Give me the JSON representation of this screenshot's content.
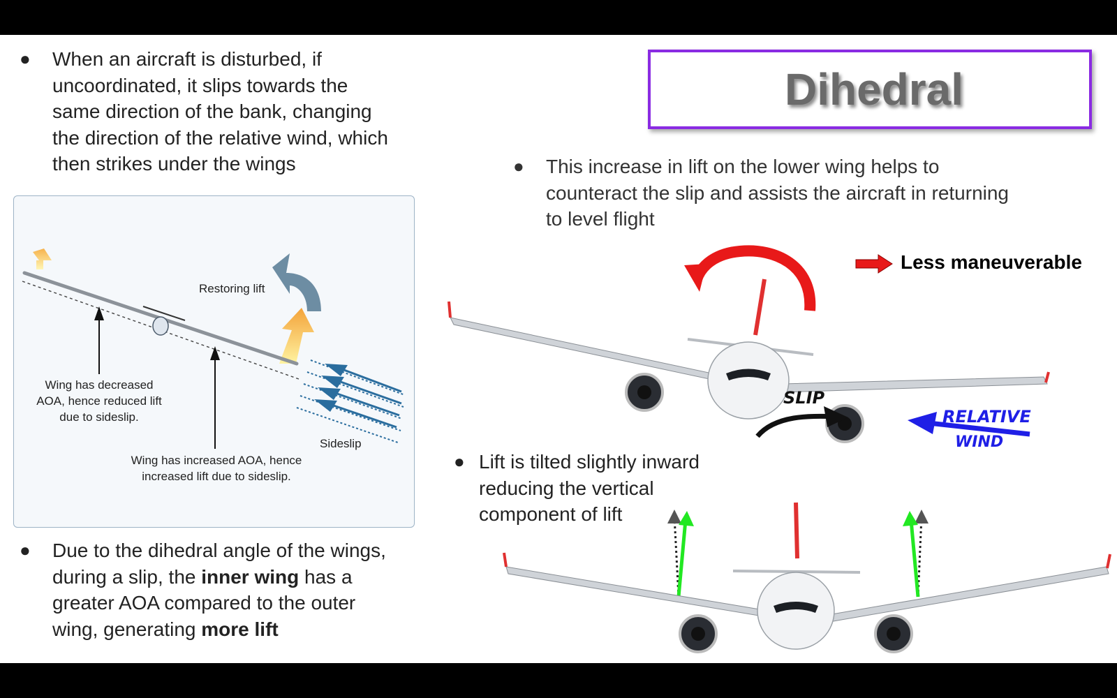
{
  "title": "Dihedral",
  "bullets": {
    "top_left": {
      "lines": [
        "When an aircraft is disturbed, if",
        "uncoordinated, it slips towards the",
        "same direction of the bank, changing",
        "the direction of the relative wind, which",
        "then strikes under the wings"
      ]
    },
    "bottom_left": {
      "line1": "Due to the dihedral angle of the wings,",
      "line2_pre": "during a slip, the ",
      "line2_bold": "inner wing",
      "line2_post": " has a",
      "line3": "greater AOA compared to the outer",
      "line4_pre": "wing, generating ",
      "line4_bold": "more lift"
    },
    "top_right": {
      "lines": [
        "This increase in lift on the lower wing helps to",
        "counteract the slip and assists the aircraft in returning",
        "to level flight"
      ]
    },
    "middle_right": {
      "lines": [
        "Lift is tilted slightly inward",
        "reducing the vertical",
        "component of lift"
      ]
    }
  },
  "diagram": {
    "restoring_lift": "Restoring lift",
    "decreased_aoa": [
      "Wing has decreased",
      "AOA, hence reduced lift",
      "due to sideslip."
    ],
    "increased_aoa": [
      "Wing has increased AOA, hence",
      "increased lift due to sideslip."
    ],
    "sideslip": "Sideslip"
  },
  "labels": {
    "less_maneuverable": "Less maneuverable",
    "slip": "SLIP",
    "relative": "RELATIVE",
    "wind": "WIND"
  },
  "colors": {
    "title_border": "#8a2be2",
    "rotation_arrow": "#e81919",
    "relative_wind": "#1f1fe6",
    "lift_vector": "#22e822",
    "diagram_arrow_blue": "#2a6d9e"
  }
}
